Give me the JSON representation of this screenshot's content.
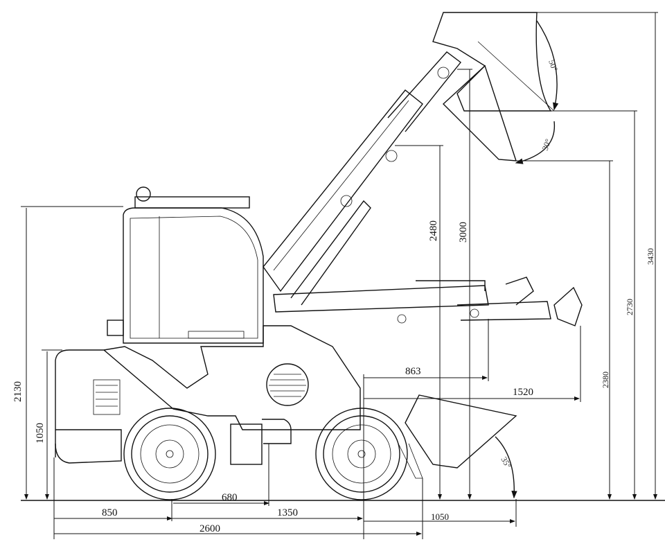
{
  "dimensions": {
    "overall_height": "2130",
    "body_height": "1050",
    "front_overhang": "850",
    "wheelbase": "1350",
    "overall_length": "2600",
    "rear_wheel_to_step": "680",
    "bucket_length": "1050",
    "reach_retracted": "863",
    "reach_extended": "1520",
    "dump_height_retracted": "2480",
    "pin_height_retracted": "3000",
    "dump_height_extended": "2380",
    "pin_height_extended": "2730",
    "max_height": "3430"
  },
  "angles": {
    "top_dump_angle": "50°",
    "mid_dump_angle": "30°",
    "rollback_angle": "35°"
  }
}
